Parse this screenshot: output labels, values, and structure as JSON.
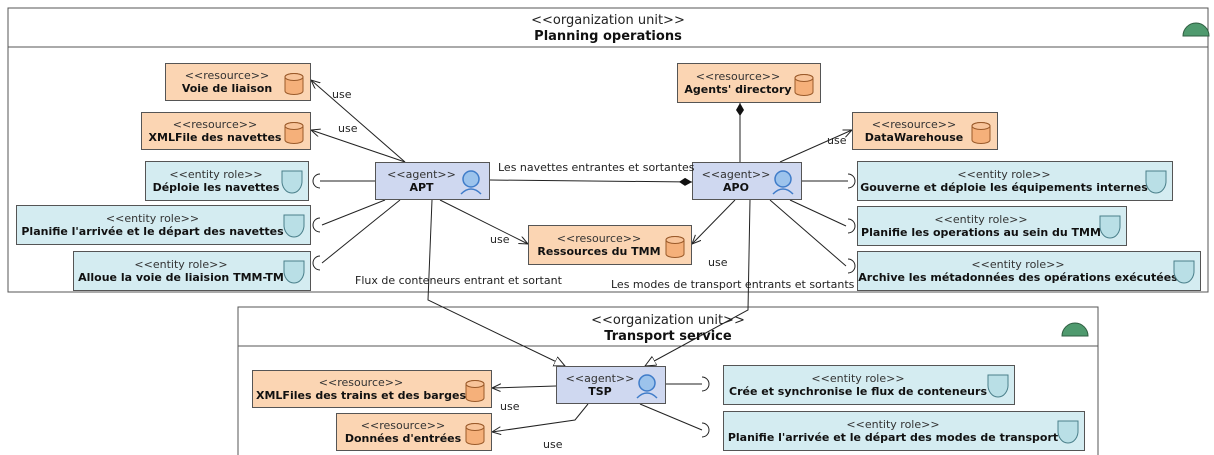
{
  "org_units": {
    "planning": {
      "stereotype": "<<organization unit>>",
      "name": "Planning operations"
    },
    "transport": {
      "stereotype": "<<organization unit>>",
      "name": "Transport service"
    }
  },
  "agents": {
    "apt": {
      "stereotype": "<<agent>>",
      "name": "APT"
    },
    "apo": {
      "stereotype": "<<agent>>",
      "name": "APO"
    },
    "tsp": {
      "stereotype": "<<agent>>",
      "name": "TSP"
    }
  },
  "resources": {
    "voie_liaison": {
      "stereotype": "<<resource>>",
      "name": "Voie de liaison"
    },
    "xmlfile_navettes": {
      "stereotype": "<<resource>>",
      "name": "XMLFile des navettes"
    },
    "agents_directory": {
      "stereotype": "<<resource>>",
      "name": "Agents' directory"
    },
    "datawarehouse": {
      "stereotype": "<<resource>>",
      "name": "DataWarehouse"
    },
    "ressources_tmm": {
      "stereotype": "<<resource>>",
      "name": "Ressources du TMM"
    },
    "xmlfiles_trains": {
      "stereotype": "<<resource>>",
      "name": "XMLFiles des trains et des barges"
    },
    "donnees_entrees": {
      "stereotype": "<<resource>>",
      "name": "Données d'entrées"
    }
  },
  "entity_roles": {
    "deploie_navettes": {
      "stereotype": "<<entity role>>",
      "name": "Déploie les navettes"
    },
    "planifie_navettes": {
      "stereotype": "<<entity role>>",
      "name": "Planifie l'arrivée et le départ des navettes"
    },
    "alloue_voie": {
      "stereotype": "<<entity role>>",
      "name": "Alloue la voie de liaision TMM-TM"
    },
    "gouverne": {
      "stereotype": "<<entity role>>",
      "name": "Gouverne et déploie les équipements internes"
    },
    "planifie_operations": {
      "stereotype": "<<entity role>>",
      "name": "Planifie les operations au sein du TMM"
    },
    "archive": {
      "stereotype": "<<entity role>>",
      "name": "Archive les métadonnées des opérations exécutées"
    },
    "cree_synchro": {
      "stereotype": "<<entity role>>",
      "name": "Crée et synchronise le flux de conteneurs"
    },
    "planifie_modes": {
      "stereotype": "<<entity role>>",
      "name": "Planifie l'arrivée et le départ des modes de transport"
    }
  },
  "labels": {
    "use": "use",
    "navettes": "Les navettes entrantes et sortantes",
    "flux": "Flux de conteneurs entrant et sortant",
    "modes": "Les modes de transport entrants et sortants"
  },
  "colors": {
    "resource_fill": "#fbd5b3",
    "entity_fill": "#d4ecf1",
    "agent_fill": "#cfd8f0",
    "org_icon": "#4f9a6e",
    "agent_icon": "#3f7cc9"
  }
}
